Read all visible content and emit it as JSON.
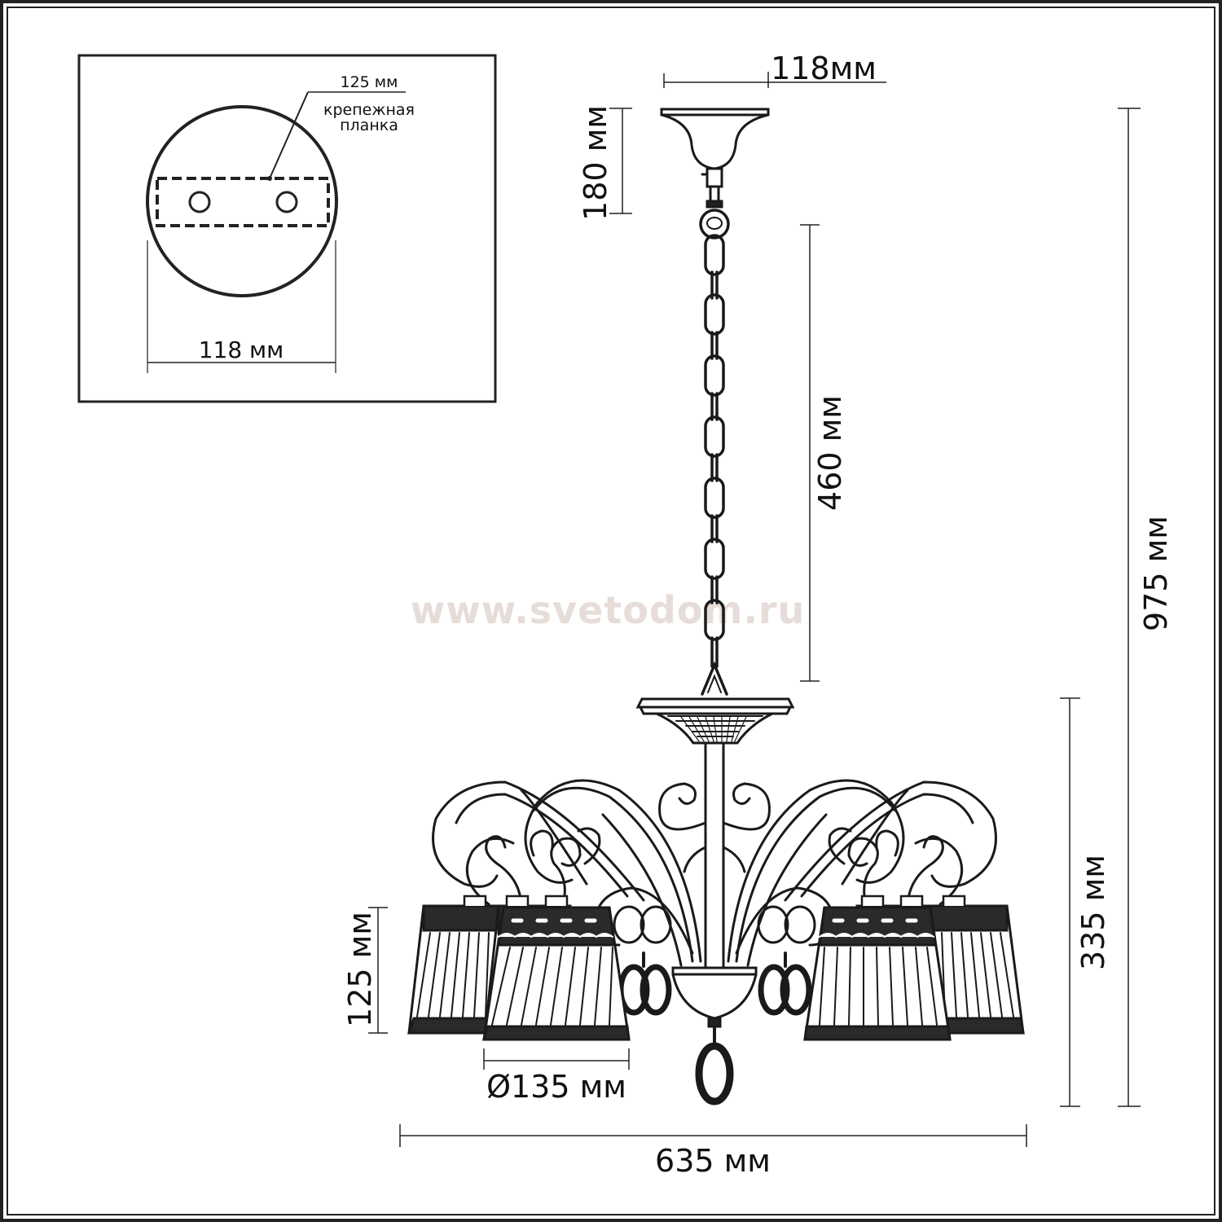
{
  "inset": {
    "length_label": "125 мм",
    "bracket_label_line1": "крепежная",
    "bracket_label_line2": "планка",
    "width_label": "118 мм"
  },
  "dimensions": {
    "canopy_width": "118мм",
    "canopy_height": "180 мм",
    "chain_length": "460 мм",
    "total_height": "975 мм",
    "body_height": "335 мм",
    "shade_height": "125 мм",
    "shade_diameter": "Ø135 мм",
    "total_width": "635 мм"
  },
  "watermark": "www.svetodom.ru",
  "colors": {
    "line": "#1a1a1a",
    "frame": "#222222",
    "watermark": "#e6dcd8"
  }
}
